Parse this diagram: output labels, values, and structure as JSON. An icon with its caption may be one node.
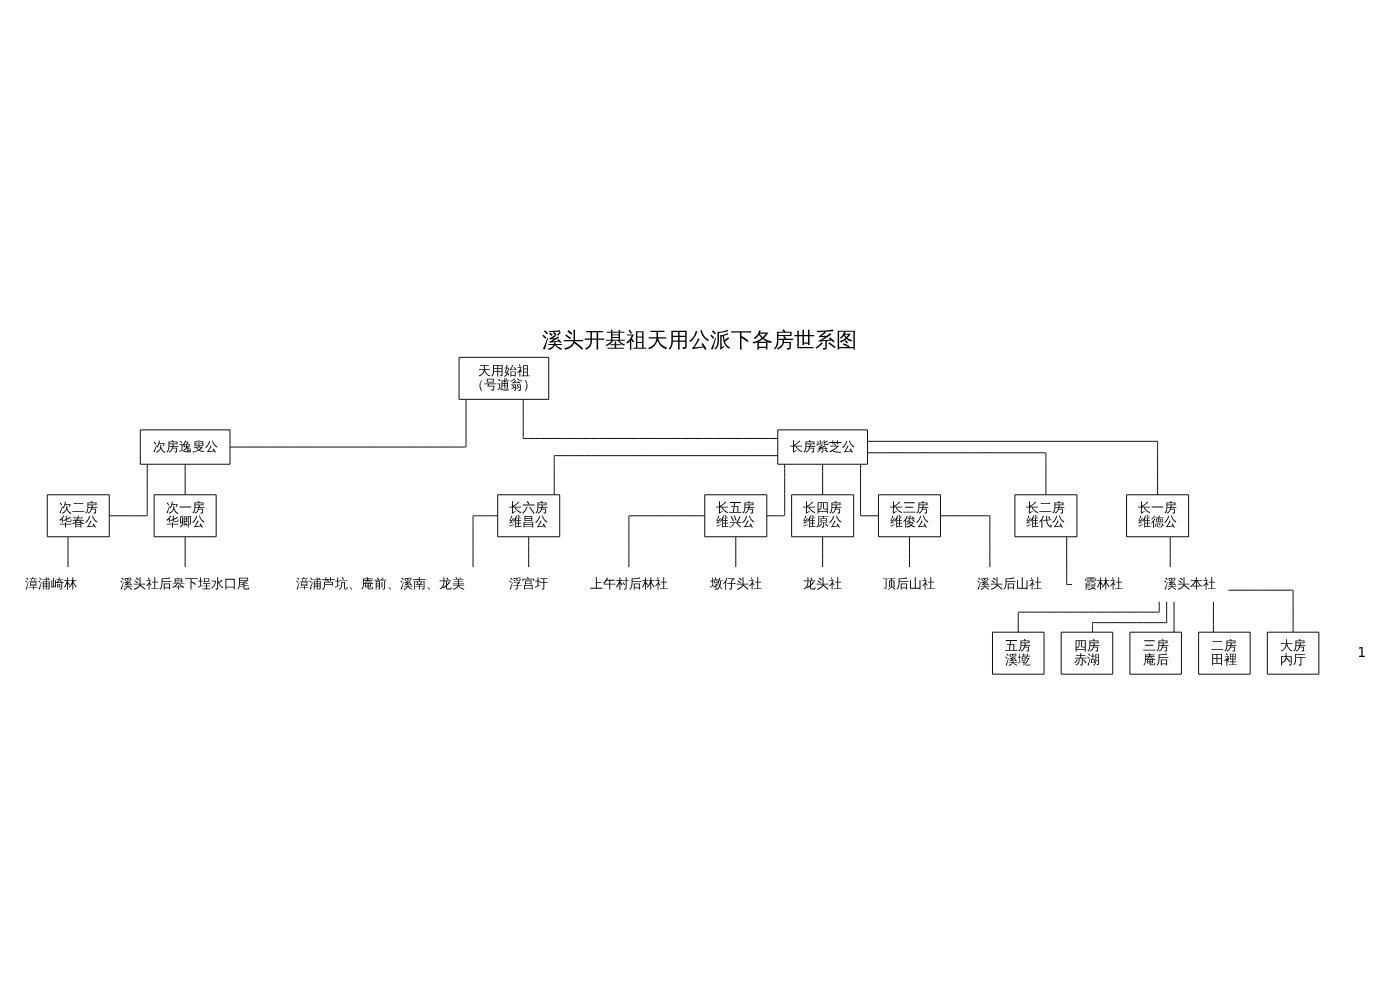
{
  "diagram": {
    "title": "溪头开基祖天用公派下各房世系图",
    "nodes": [
      {
        "text": [
          "天用始祖",
          "（号逋翁）"
        ]
      },
      {
        "text": [
          "次房逸叟公"
        ]
      },
      {
        "text": [
          "长房紫芝公"
        ]
      },
      {
        "text": [
          "次二房",
          "华春公"
        ]
      },
      {
        "text": [
          "次一房",
          "华卿公"
        ]
      },
      {
        "text": [
          "漳浦崎林"
        ]
      },
      {
        "text": [
          "溪头社后皋下埕水口尾"
        ]
      },
      {
        "text": [
          "长六房",
          "维昌公"
        ]
      },
      {
        "text": [
          "长五房",
          "维兴公"
        ]
      },
      {
        "text": [
          "长四房",
          "维原公"
        ]
      },
      {
        "text": [
          "长三房",
          "维俊公"
        ]
      },
      {
        "text": [
          "长二房",
          "维代公"
        ]
      },
      {
        "text": [
          "长一房",
          "维德公"
        ]
      },
      {
        "text": [
          "漳浦芦坑、庵前、溪南、龙美"
        ]
      },
      {
        "text": [
          "浮宫圩"
        ]
      },
      {
        "text": [
          "上午村后林社"
        ]
      },
      {
        "text": [
          "墩仔头社"
        ]
      },
      {
        "text": [
          "龙头社"
        ]
      },
      {
        "text": [
          "顶后山社"
        ]
      },
      {
        "text": [
          "溪头后山社"
        ]
      },
      {
        "text": [
          "霞林社"
        ]
      },
      {
        "text": [
          "溪头本社"
        ]
      },
      {
        "text": [
          "五房",
          "溪墘"
        ]
      },
      {
        "text": [
          "四房",
          "赤湖"
        ]
      },
      {
        "text": [
          "三房",
          "庵后"
        ]
      },
      {
        "text": [
          "二房",
          "田裡"
        ]
      },
      {
        "text": [
          "大房",
          "内厅"
        ]
      }
    ],
    "edges": [
      {
        "from": 0,
        "to": 1,
        "arrow": "none"
      },
      {
        "from": 0,
        "to": 2,
        "arrow": "none"
      },
      {
        "from": 1,
        "to": 3,
        "arrow": "none"
      },
      {
        "from": 1,
        "to": 4,
        "arrow": "none"
      },
      {
        "from": 3,
        "to": 5,
        "arrow": "none"
      },
      {
        "from": 4,
        "to": 6,
        "arrow": "none"
      },
      {
        "from": 2,
        "to": 7,
        "arrow": "none"
      },
      {
        "from": 2,
        "to": 8,
        "arrow": "none"
      },
      {
        "from": 2,
        "to": 9,
        "arrow": "none"
      },
      {
        "from": 2,
        "to": 10,
        "arrow": "none"
      },
      {
        "from": 2,
        "to": 11,
        "arrow": "none"
      },
      {
        "from": 2,
        "to": 12,
        "arrow": "none"
      },
      {
        "from": 7,
        "to": 13,
        "arrow": "none"
      },
      {
        "from": 7,
        "to": 14,
        "arrow": "none"
      },
      {
        "from": 8,
        "to": 15,
        "arrow": "none"
      },
      {
        "from": 8,
        "to": 16,
        "arrow": "none"
      },
      {
        "from": 9,
        "to": 17,
        "arrow": "none"
      },
      {
        "from": 10,
        "to": 18,
        "arrow": "none"
      },
      {
        "from": 10,
        "to": 19,
        "arrow": "none"
      },
      {
        "from": 11,
        "to": 20,
        "arrow": "none"
      },
      {
        "from": 12,
        "to": 21,
        "arrow": "none"
      },
      {
        "from": 21,
        "to": 22,
        "arrow": "none"
      },
      {
        "from": 21,
        "to": 23,
        "arrow": "none"
      },
      {
        "from": 21,
        "to": 24,
        "arrow": "none"
      },
      {
        "from": 21,
        "to": 25,
        "arrow": "none"
      },
      {
        "from": 21,
        "to": 26,
        "arrow": "none"
      }
    ],
    "labels": [
      "1"
    ]
  }
}
